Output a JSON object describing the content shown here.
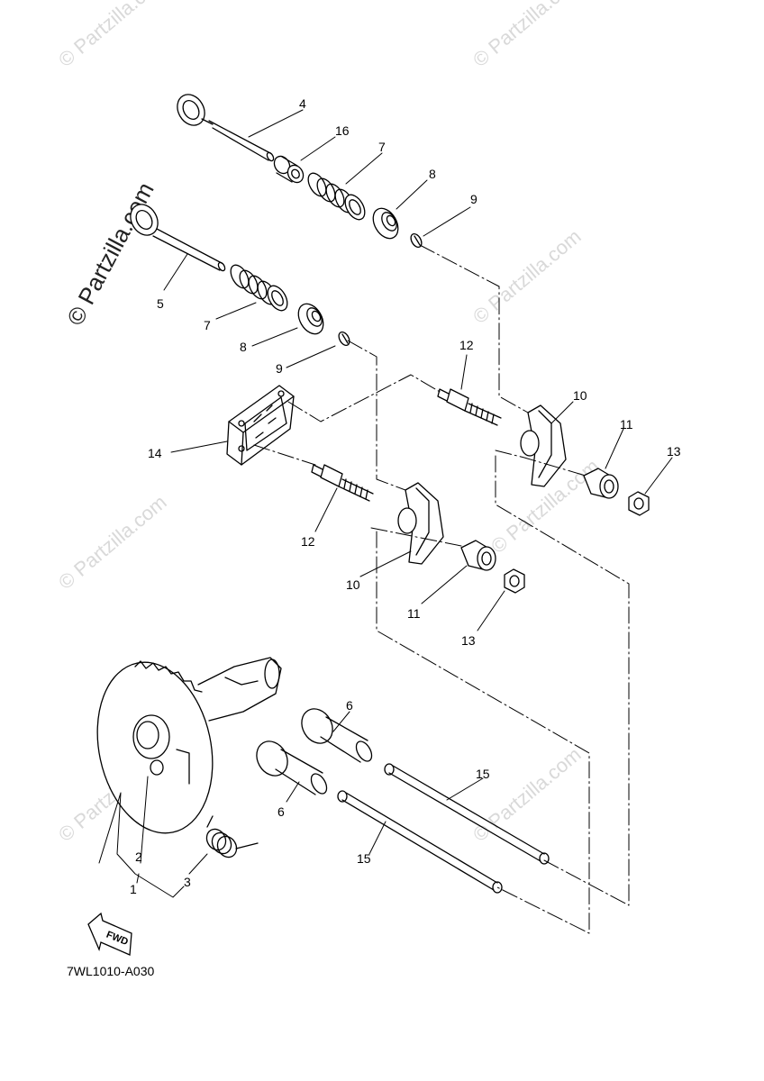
{
  "watermark": {
    "text": "© Partzilla.com"
  },
  "diagram_code": "7WL1010-A030",
  "fwd_label": "FWD",
  "callouts": {
    "c1": "1",
    "c2": "2",
    "c3": "3",
    "c4": "4",
    "c5": "5",
    "c6a": "6",
    "c6b": "6",
    "c7a": "7",
    "c7b": "7",
    "c8a": "8",
    "c8b": "8",
    "c9a": "9",
    "c9b": "9",
    "c10a": "10",
    "c10b": "10",
    "c11a": "11",
    "c11b": "11",
    "c12a": "12",
    "c12b": "12",
    "c13a": "13",
    "c13b": "13",
    "c14": "14",
    "c15a": "15",
    "c15b": "15",
    "c16": "16"
  }
}
